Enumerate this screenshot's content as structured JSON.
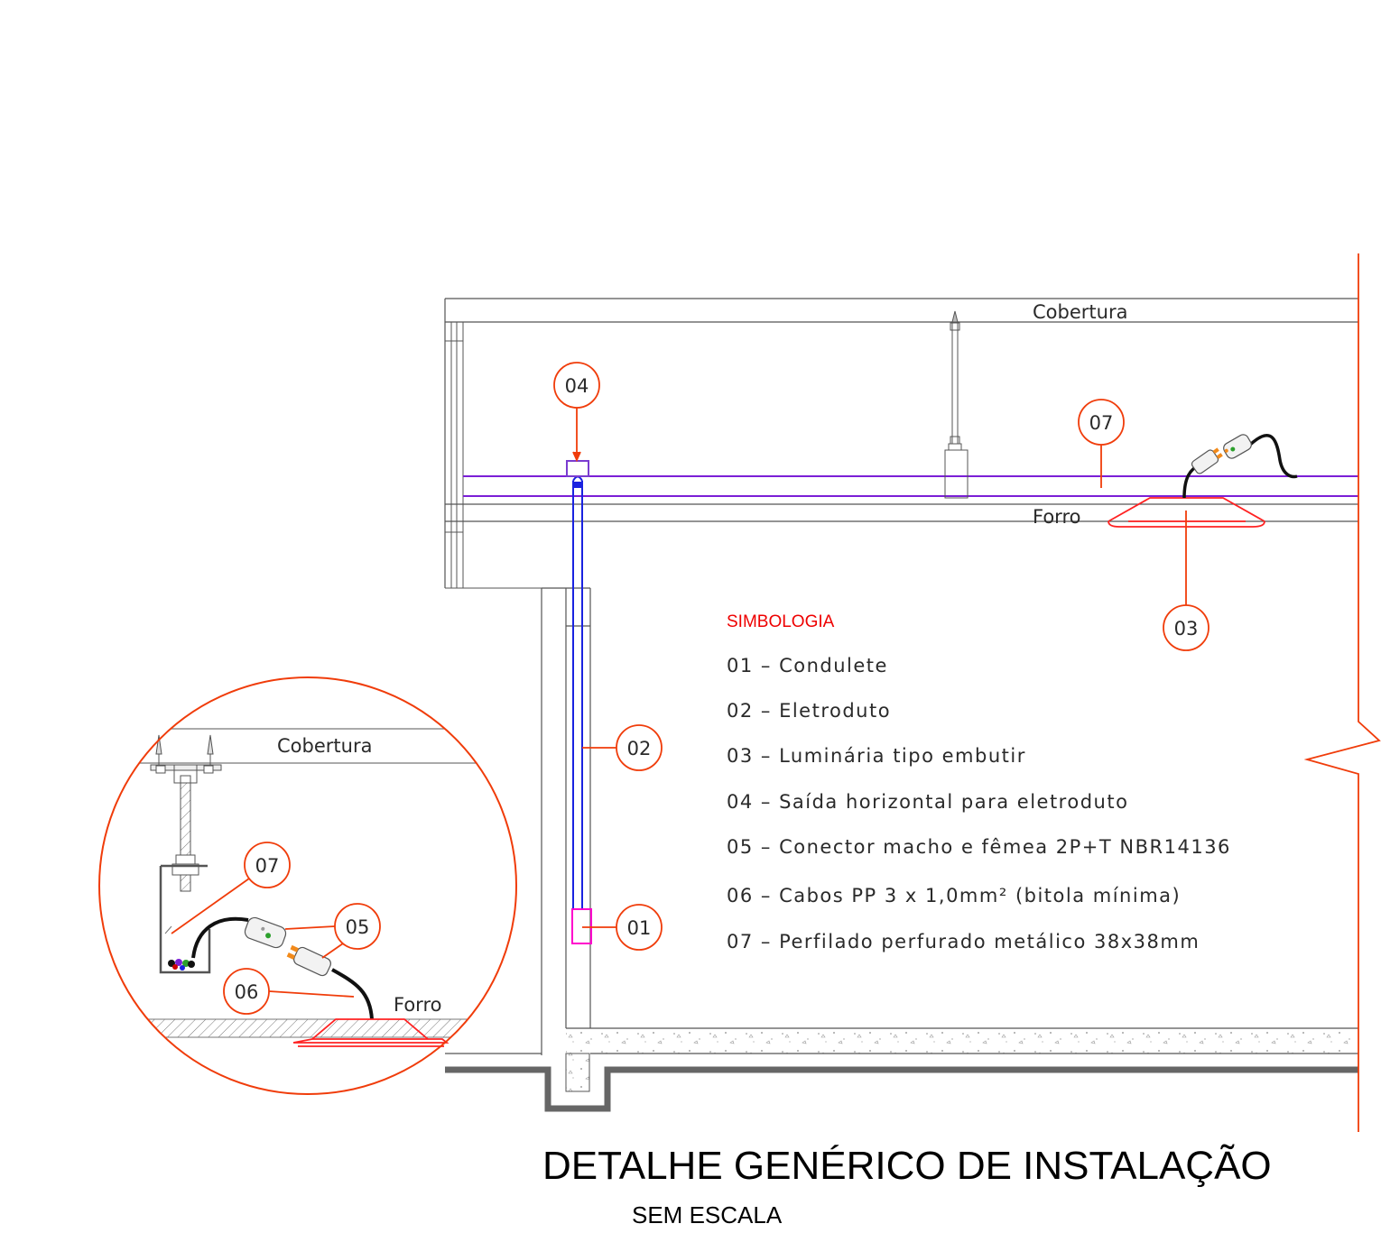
{
  "title": "DETALHE GENÉRICO DE INSTALAÇÃO",
  "subtitle": "SEM ESCALA",
  "labels": {
    "cobertura": "Cobertura",
    "forro": "Forro"
  },
  "detail": {
    "cobertura": "Cobertura",
    "forro": "Forro"
  },
  "legend": {
    "title": "SIMBOLOGIA",
    "items": [
      "01 – Condulete",
      "02 – Eletroduto",
      "03 – Luminária tipo embutir",
      "04 – Saída horizontal para eletroduto",
      "05 – Conector macho e fêmea 2P+T NBR14136",
      "06 – Cabos PP 3 x 1,0mm² (bitola mínima)",
      "07 – Perfilado perfurado metálico 38x38mm"
    ]
  },
  "callouts": {
    "c01": "01",
    "c02": "02",
    "c03": "03",
    "c04": "04",
    "c07": "07",
    "d05": "05",
    "d06": "06",
    "d07": "07"
  },
  "colors": {
    "callout": "#f03c0a",
    "legend_title": "#ee0000",
    "perfilado": "#7b1fd6",
    "eletroduto": "#1a22e0",
    "condulete": "#ff00cc",
    "saida": "#7a3cd0",
    "luminaria": "#ff2222",
    "line": "#555555"
  }
}
